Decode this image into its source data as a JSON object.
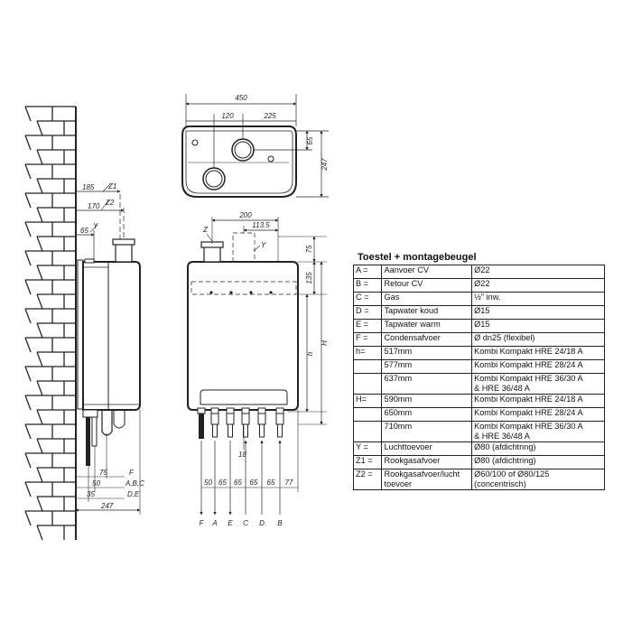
{
  "top_view": {
    "dims": {
      "width": "450",
      "d1": "120",
      "d2": "225",
      "h1": "65",
      "depth": "247"
    }
  },
  "side_view": {
    "dims": {
      "z1": "185",
      "z2": "170",
      "y_dim": "65",
      "d75": "75",
      "d50": "50",
      "d35": "35",
      "depth": "247"
    },
    "labels": {
      "z1": "Z1",
      "z2": "Z2",
      "y": "Y",
      "f": "F",
      "abc": "A,B,C",
      "de": "D,E"
    }
  },
  "front_view": {
    "dims": {
      "w200": "200",
      "w113": "113.5",
      "h75": "75",
      "h135": "135",
      "h_lower": "h",
      "h_upper": "H",
      "d18": "18",
      "spacing": [
        "50",
        "65",
        "65",
        "65",
        "65",
        "77"
      ]
    },
    "labels": {
      "z": "Z",
      "y": "Y"
    },
    "connections": [
      "F",
      "A",
      "E",
      "C",
      "D",
      "B"
    ]
  },
  "spec_table": {
    "title": "Toestel  + montagebeugel",
    "rows": [
      [
        "A =",
        "Aanvoer CV",
        "Ø22"
      ],
      [
        "B =",
        "Retour CV",
        "Ø22"
      ],
      [
        "C =",
        "Gas",
        "½\" inw."
      ],
      [
        "D =",
        "Tapwater koud",
        "Ø15"
      ],
      [
        "E =",
        "Tapwater warm",
        "Ø15"
      ],
      [
        "F =",
        "Condensafvoer",
        "Ø dn25 (flexibel)"
      ],
      [
        "h=",
        "517mm",
        "Kombi Kompakt HRE 24/18 A"
      ],
      [
        "",
        "577mm",
        "Kombi Kompakt HRE 28/24 A"
      ],
      [
        "",
        "637mm",
        "Kombi Kompakt HRE 36/30 A\n& HRE 36/48 A"
      ],
      [
        "H=",
        "590mm",
        "Kombi Kompakt HRE 24/18 A"
      ],
      [
        "",
        "650mm",
        "Kombi Kompakt HRE 28/24 A"
      ],
      [
        "",
        "710mm",
        "Kombi Kompakt HRE 36/30 A\n& HRE 36/48 A"
      ],
      [
        "Y =",
        "Luchttoevoer",
        "Ø80 (afdichtring)"
      ],
      [
        "Z1 =",
        "Rookgasafvoer",
        "Ø80 (afdichtring)"
      ],
      [
        "Z2 =",
        "Rookgasafvoer/lucht\ntoevoer",
        "Ø60/100 of Ø80/125\n(concentrisch)"
      ]
    ]
  }
}
